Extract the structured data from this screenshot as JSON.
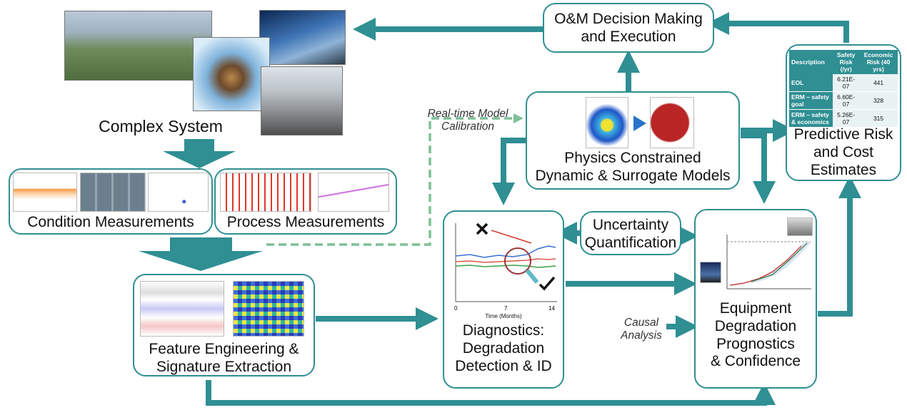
{
  "colors": {
    "arrow": "#2f8f93",
    "box_border": "#2f8f93",
    "dashed": "#7fbf96"
  },
  "complex_system": {
    "label": "Complex System"
  },
  "condition": {
    "label": "Condition  Measurements"
  },
  "process": {
    "label": "Process Measurements"
  },
  "feature": {
    "label_line1": "Feature Engineering &",
    "label_line2": "Signature Extraction"
  },
  "om": {
    "label_line1": "O&M Decision Making",
    "label_line2": "and Execution"
  },
  "physics": {
    "label_line1": "Physics Constrained",
    "label_line2": "Dynamic & Surrogate Models"
  },
  "calibration": {
    "line1": "Real-time Model",
    "line2": "Calibration"
  },
  "uncertainty": {
    "line1": "Uncertainty",
    "line2": "Quantification"
  },
  "diagnostics": {
    "line1": "Diagnostics:",
    "line2": "Degradation",
    "line3": "Detection & ID",
    "x_ticks": [
      "0",
      "7",
      "14"
    ],
    "x_label": "Time (Months)"
  },
  "prognostics": {
    "line1": "Equipment",
    "line2": "Degradation",
    "line3": "Prognostics",
    "line4": "& Confidence"
  },
  "causal": {
    "line1": "Causal",
    "line2": "Analysis"
  },
  "risk": {
    "label_line1": "Predictive Risk",
    "label_line2": "and Cost",
    "label_line3": "Estimates",
    "table": {
      "headers": [
        "Description",
        "Safety Risk (/yr)",
        "Economic Risk (40 yrs)"
      ],
      "rows": [
        [
          "EOL",
          "6.21E-07",
          "441"
        ],
        [
          "ERM – safety goal",
          "6.60E-07",
          "328"
        ],
        [
          "ERM – safety & economics",
          "5.26E-07",
          "315"
        ]
      ]
    }
  }
}
